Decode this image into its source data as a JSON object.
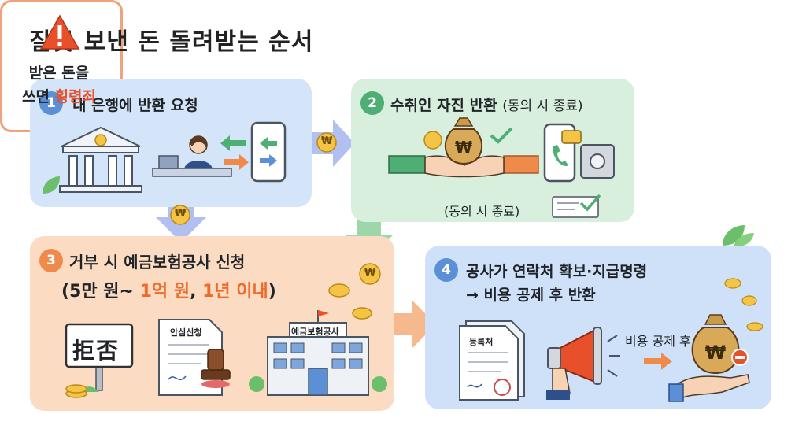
{
  "title": "잘못 보낸 돈 돌려받는 순서",
  "step1": {
    "number": "1",
    "heading": "내 은행에 반환 요청"
  },
  "step2": {
    "number": "2",
    "heading": "수취인 자진 반환",
    "heading_sub": "(동의 시 종료)",
    "agree_note": "(동의 시 종료)"
  },
  "step3": {
    "number": "3",
    "heading": "거부 시 예금보험공사 신청",
    "condition_open": "(5만 원~ ",
    "amount_max": "1억 원",
    "comma": ", ",
    "period": "1년 이내",
    "condition_close": ")",
    "reject_sign": "拒否",
    "form_label": "안심신청",
    "building_label": "예금보험공사"
  },
  "step4": {
    "number": "4",
    "heading_line1": "공사가 연락처 확보·지급명령",
    "heading_line2": "→ 비용 공제 후 반환",
    "doc_label": "등록처",
    "deduct_label": "비용 공제 후"
  },
  "warning": {
    "line1": "받은 돈을",
    "line2_prefix": "쓰면 ",
    "line2_em": "횡령죄"
  },
  "currency_symbol": "₩",
  "colors": {
    "step1_bg": "#d4e4f9",
    "step2_bg": "#d8efdd",
    "step3_bg": "#fbdcc3",
    "step4_bg": "#cfe1f8",
    "accent_orange": "#ef6b2c",
    "warning_red": "#e8502b"
  },
  "icons": [
    "bank-icon",
    "bank-clerk-icon",
    "phone-transfer-icon",
    "money-bag-icon",
    "handshake-icon",
    "phone-call-icon",
    "safe-icon",
    "checklist-icon",
    "warning-triangle-icon",
    "reject-sign-icon",
    "application-stamp-icon",
    "kdic-building-icon",
    "registry-document-icon",
    "megaphone-icon",
    "money-bag-deduct-icon",
    "leaf-icon",
    "coin-icon"
  ]
}
